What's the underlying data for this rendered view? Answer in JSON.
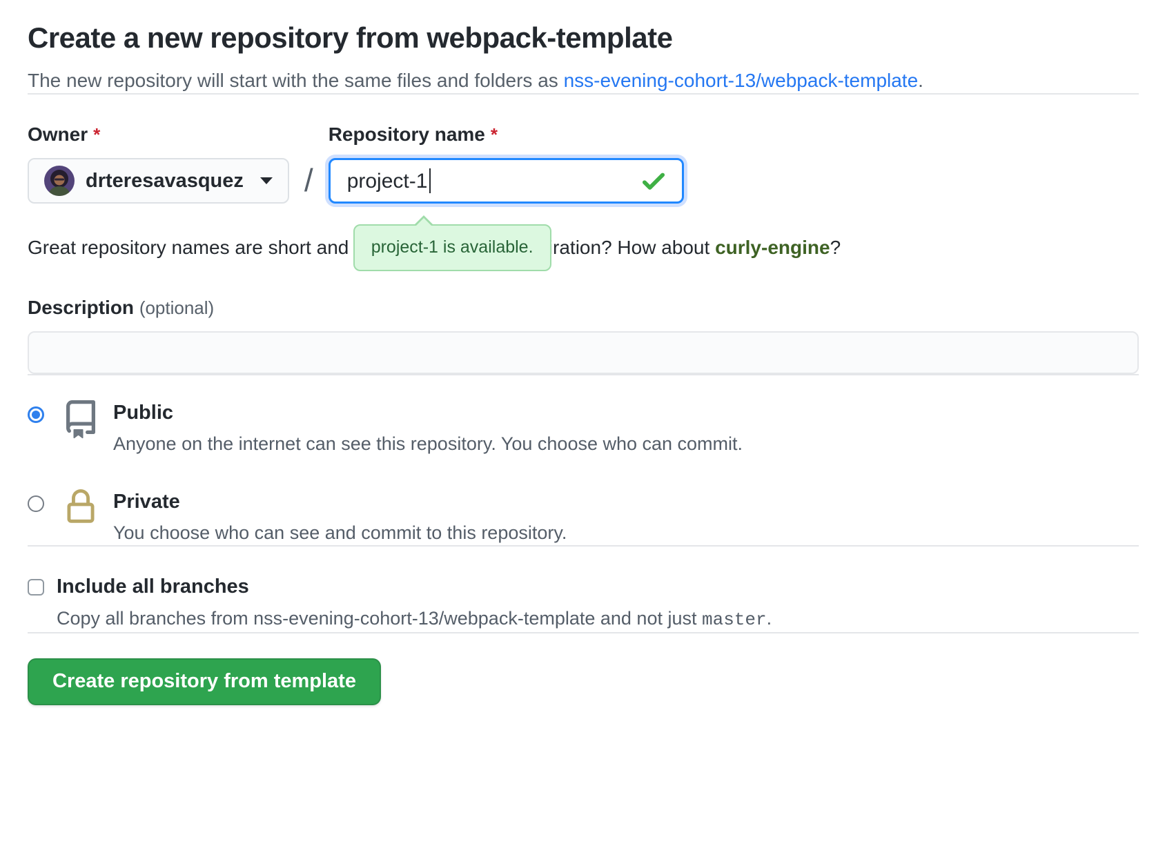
{
  "page": {
    "title": "Create a new repository from webpack-template",
    "subtitle_prefix": "The new repository will start with the same files and folders as ",
    "subtitle_link": "nss-evening-cohort-13/webpack-template",
    "subtitle_suffix": "."
  },
  "owner": {
    "label": "Owner",
    "required_mark": "*",
    "value": "drteresavasquez"
  },
  "separator": "/",
  "repo_name": {
    "label": "Repository name",
    "required_mark": "*",
    "value": "project-1"
  },
  "availability_tooltip": {
    "text": "project-1 is available."
  },
  "name_hint": {
    "prefix": "Great repository names are short and memorable. Need inspiration? How about ",
    "suggestion": "curly-engine",
    "suffix": "?"
  },
  "description": {
    "label": "Description",
    "optional_note": "(optional)",
    "value": ""
  },
  "visibility": {
    "options": [
      {
        "label": "Public",
        "description": "Anyone on the internet can see this repository. You choose who can commit.",
        "selected": true,
        "icon": "repo-icon"
      },
      {
        "label": "Private",
        "description": "You choose who can see and commit to this repository.",
        "selected": false,
        "icon": "lock-icon"
      }
    ]
  },
  "branches": {
    "label": "Include all branches",
    "checked": false,
    "note_prefix": "Copy all branches from nss-evening-cohort-13/webpack-template and not just ",
    "note_code": "master",
    "note_suffix": "."
  },
  "submit": {
    "label": "Create repository from template"
  },
  "icons": {
    "owner_dropdown": "dropdown-caret-icon",
    "repo_name_status": "check-icon",
    "public_option": "repo-icon",
    "private_option": "lock-icon"
  },
  "colors": {
    "link_blue": "#2477f2",
    "focus_border_blue": "#2188ff",
    "success_check_green": "#3fb045",
    "radio_selected_blue": "#2f80ed",
    "lock_gold": "#b9a767",
    "required_red": "#cb2431",
    "tooltip_bg": "#dcf8e0",
    "tooltip_border": "#a0dcaa",
    "tooltip_text": "#286437",
    "suggestion_green": "#3e6224",
    "button_green": "#2ea44f"
  }
}
